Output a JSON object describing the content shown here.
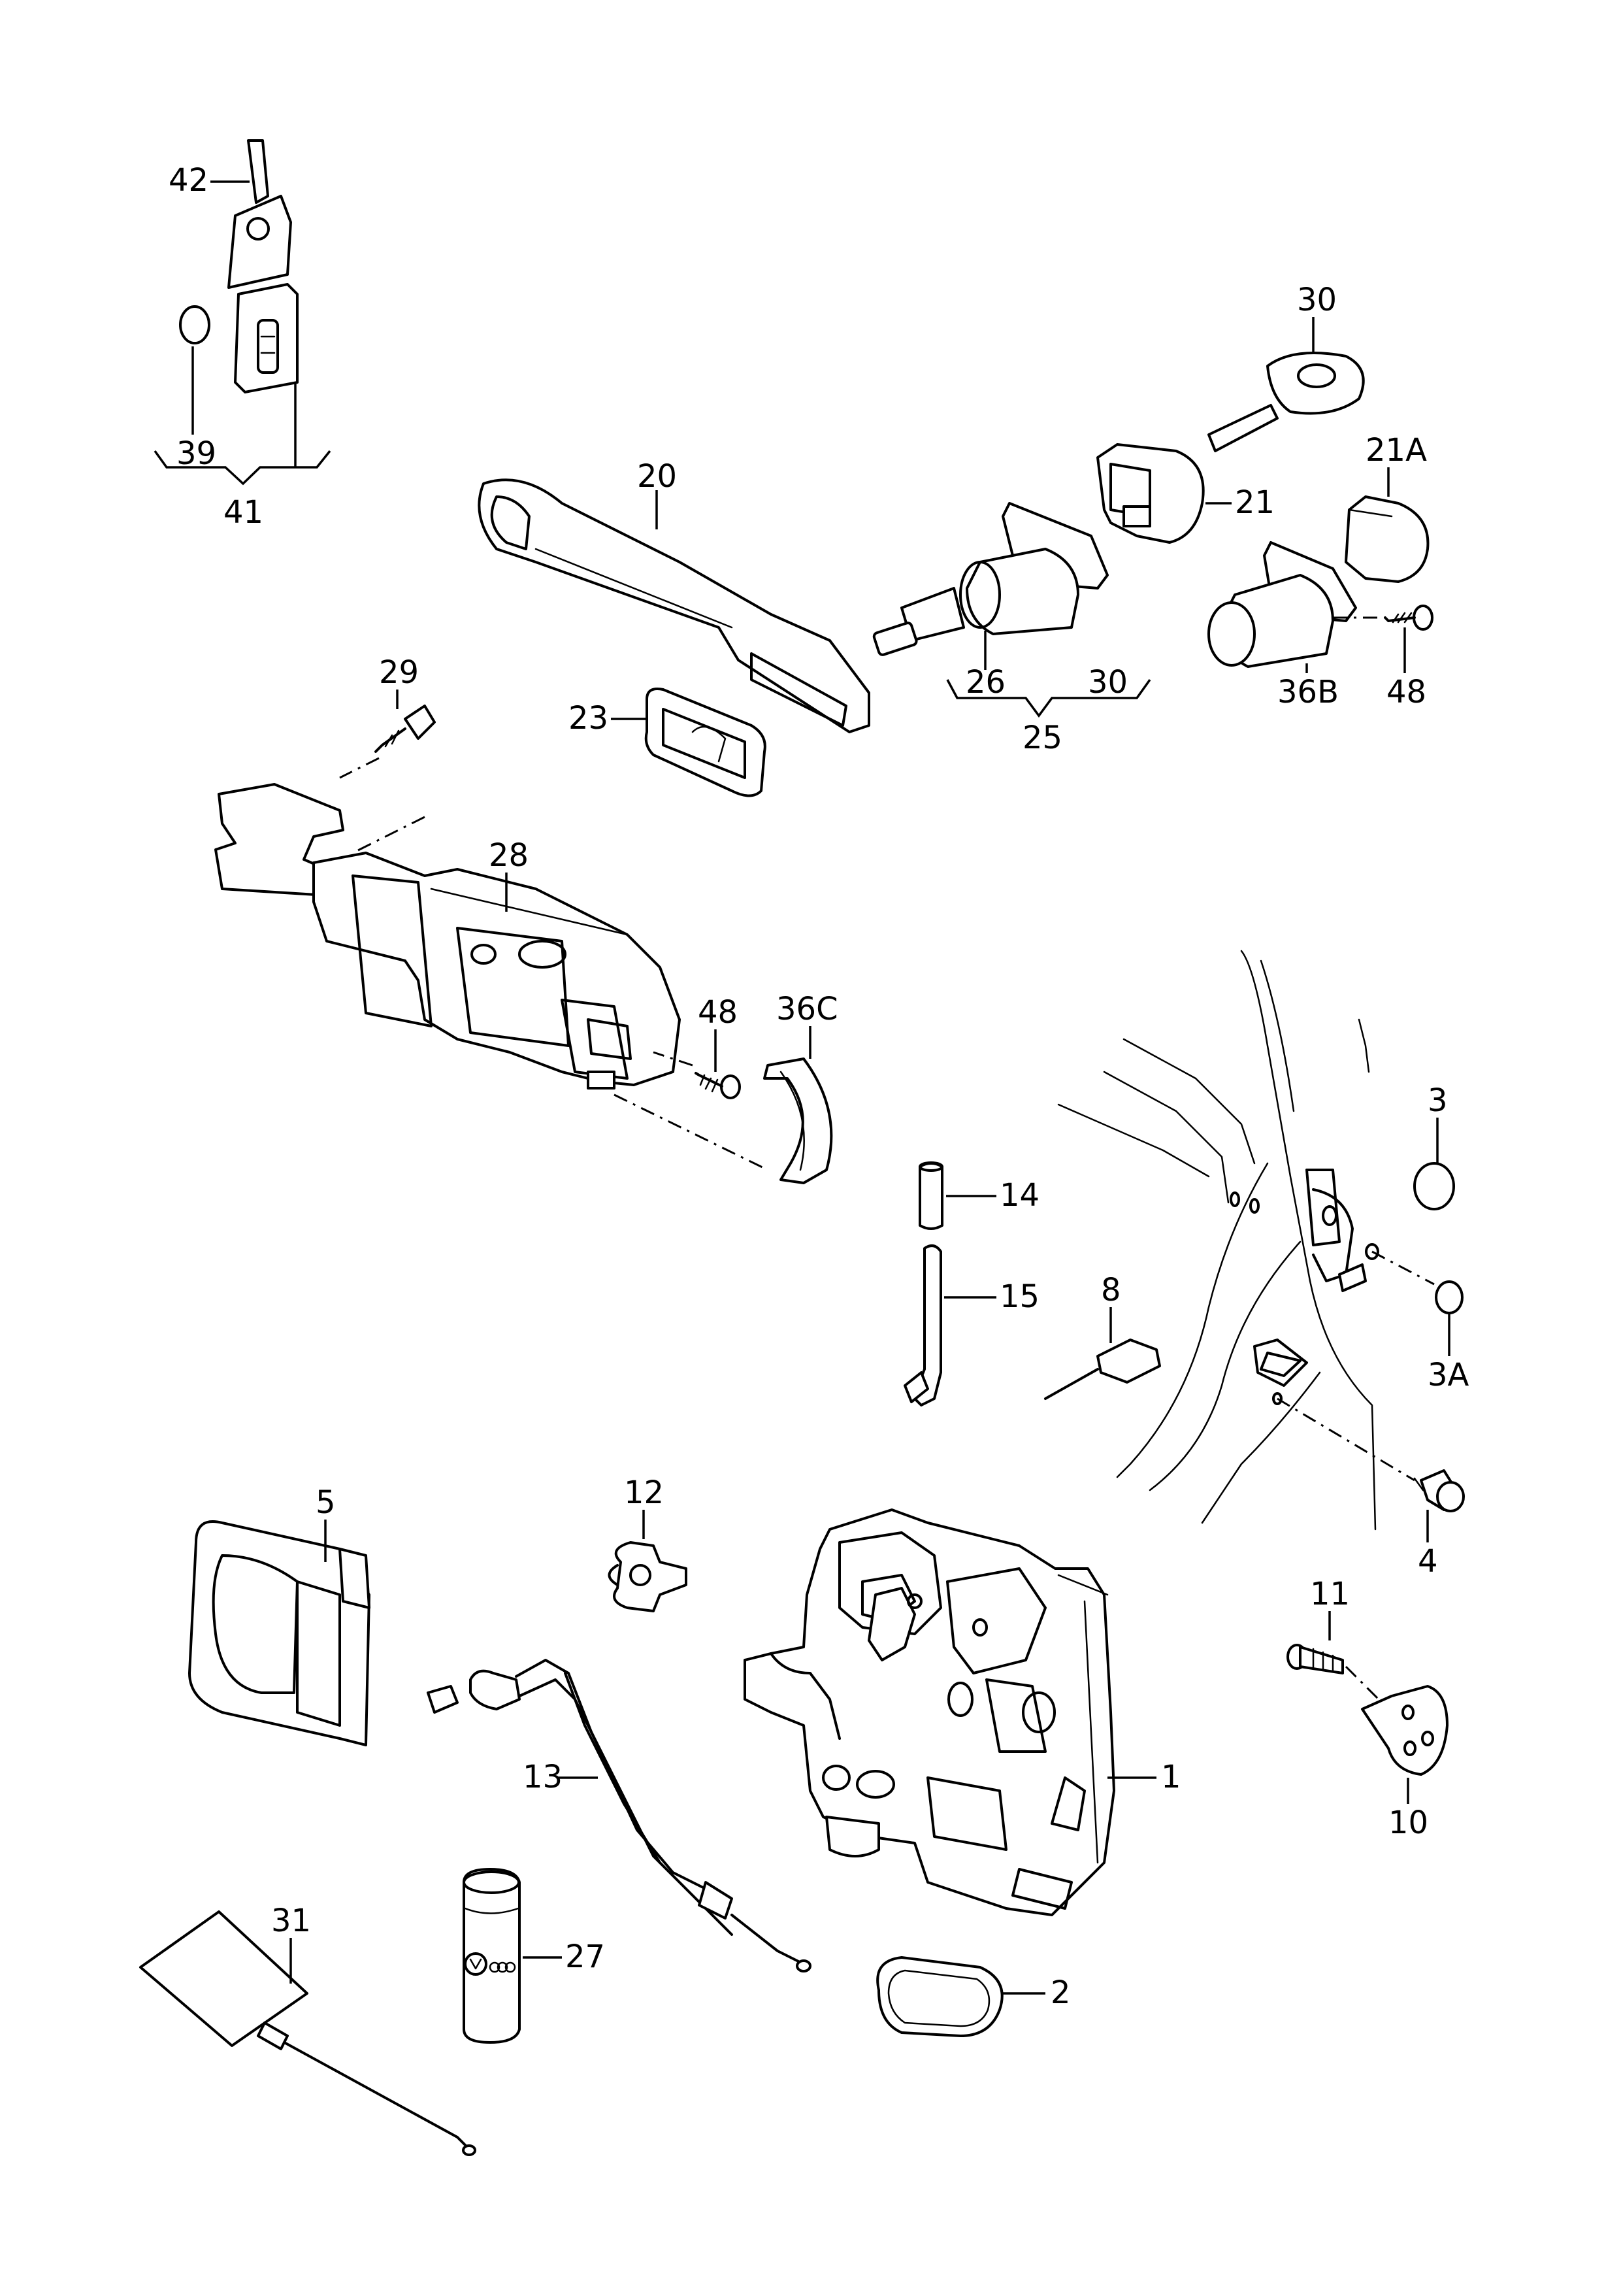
{
  "callouts": {
    "c42": "42",
    "c39": "39",
    "c41": "41",
    "c20": "20",
    "c30a": "30",
    "c21": "21",
    "c21A": "21A",
    "c26": "26",
    "c30b": "30",
    "c25": "25",
    "c36B": "36B",
    "c48a": "48",
    "c29": "29",
    "c23": "23",
    "c28": "28",
    "c48b": "48",
    "c36C": "36C",
    "c14": "14",
    "c15": "15",
    "c8": "8",
    "c3": "3",
    "c3A": "3A",
    "c4": "4",
    "c5": "5",
    "c12": "12",
    "c13": "13",
    "c1": "1",
    "c11": "11",
    "c10": "10",
    "c31": "31",
    "c27": "27",
    "c2": "2"
  }
}
